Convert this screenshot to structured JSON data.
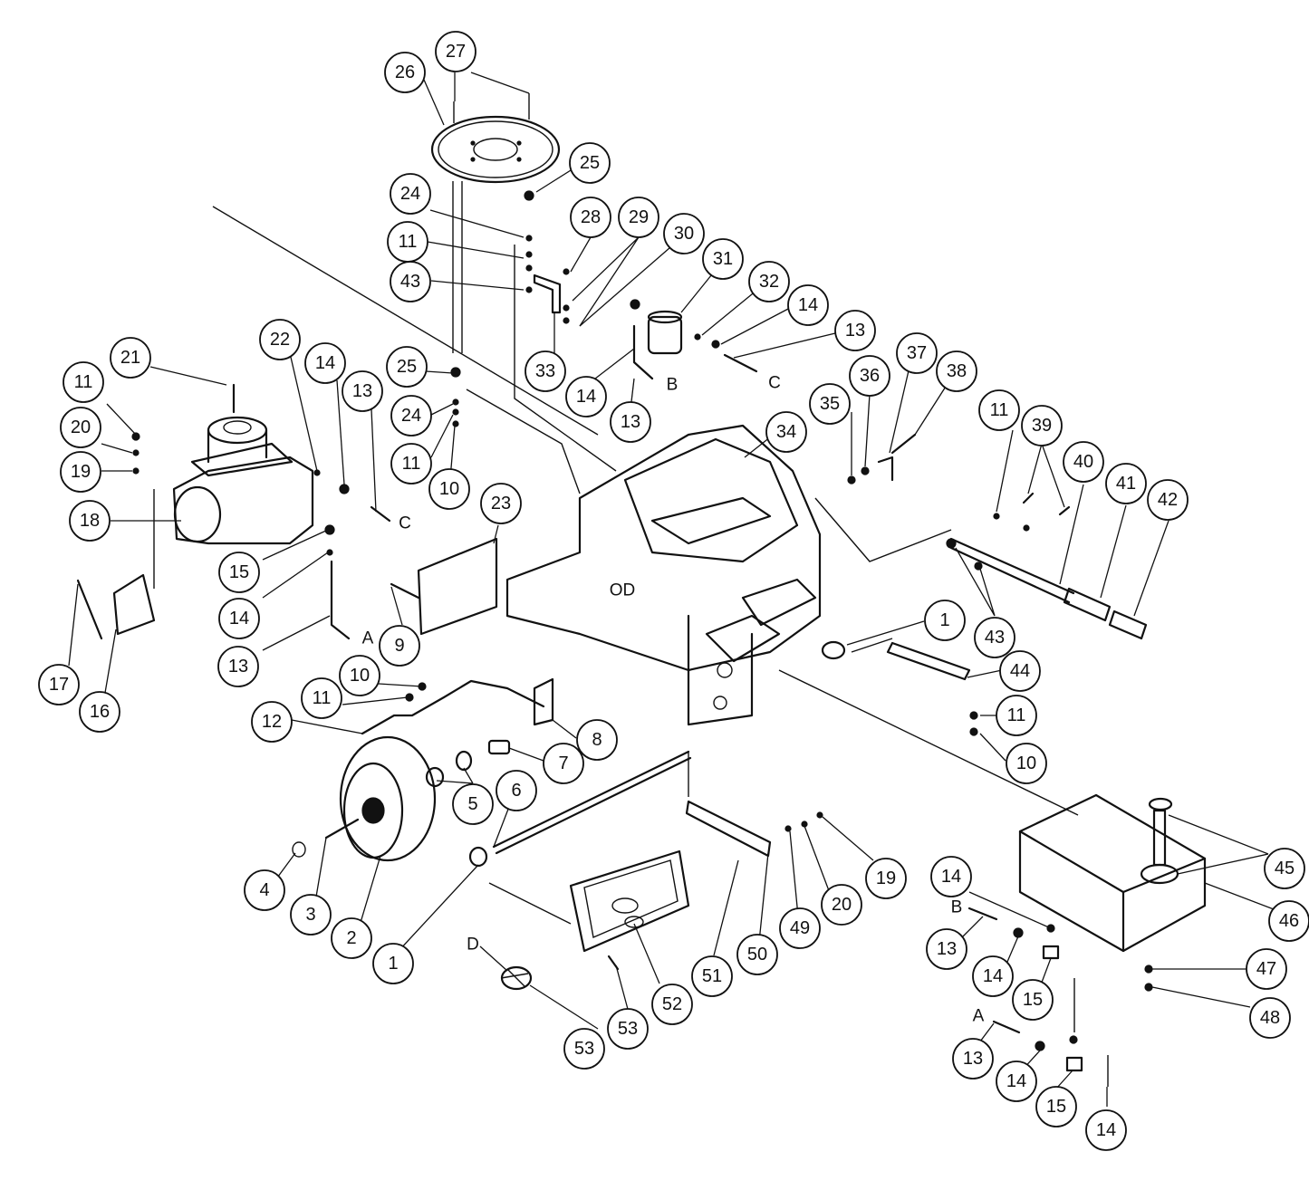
{
  "callouts": [
    {
      "id": "c27",
      "label": "27"
    },
    {
      "id": "c26",
      "label": "26"
    },
    {
      "id": "c25a",
      "label": "25"
    },
    {
      "id": "c24a",
      "label": "24"
    },
    {
      "id": "c11a",
      "label": "11"
    },
    {
      "id": "c43a",
      "label": "43"
    },
    {
      "id": "c28",
      "label": "28"
    },
    {
      "id": "c29",
      "label": "29"
    },
    {
      "id": "c30",
      "label": "30"
    },
    {
      "id": "c31",
      "label": "31"
    },
    {
      "id": "c32",
      "label": "32"
    },
    {
      "id": "c14a",
      "label": "14"
    },
    {
      "id": "c13a",
      "label": "13"
    },
    {
      "id": "c33",
      "label": "33"
    },
    {
      "id": "c14b",
      "label": "14"
    },
    {
      "id": "c13b",
      "label": "13"
    },
    {
      "id": "c21",
      "label": "21"
    },
    {
      "id": "c22",
      "label": "22"
    },
    {
      "id": "c14c",
      "label": "14"
    },
    {
      "id": "c13c",
      "label": "13"
    },
    {
      "id": "c25b",
      "label": "25"
    },
    {
      "id": "c24b",
      "label": "24"
    },
    {
      "id": "c11b",
      "label": "11"
    },
    {
      "id": "c10a",
      "label": "10"
    },
    {
      "id": "c11c",
      "label": "11"
    },
    {
      "id": "c20a",
      "label": "20"
    },
    {
      "id": "c19a",
      "label": "19"
    },
    {
      "id": "c18",
      "label": "18"
    },
    {
      "id": "c15a",
      "label": "15"
    },
    {
      "id": "c14d",
      "label": "14"
    },
    {
      "id": "c13d",
      "label": "13"
    },
    {
      "id": "c17",
      "label": "17"
    },
    {
      "id": "c16",
      "label": "16"
    },
    {
      "id": "c9",
      "label": "9"
    },
    {
      "id": "c23",
      "label": "23"
    },
    {
      "id": "c34",
      "label": "34"
    },
    {
      "id": "c35",
      "label": "35"
    },
    {
      "id": "c36",
      "label": "36"
    },
    {
      "id": "c37",
      "label": "37"
    },
    {
      "id": "c38",
      "label": "38"
    },
    {
      "id": "c11d",
      "label": "11"
    },
    {
      "id": "c39",
      "label": "39"
    },
    {
      "id": "c40",
      "label": "40"
    },
    {
      "id": "c41",
      "label": "41"
    },
    {
      "id": "c42",
      "label": "42"
    },
    {
      "id": "c43b",
      "label": "43"
    },
    {
      "id": "c1a",
      "label": "1"
    },
    {
      "id": "c44",
      "label": "44"
    },
    {
      "id": "c11e",
      "label": "11"
    },
    {
      "id": "c10b",
      "label": "10"
    },
    {
      "id": "c10c",
      "label": "10"
    },
    {
      "id": "c11f",
      "label": "11"
    },
    {
      "id": "c12",
      "label": "12"
    },
    {
      "id": "c8",
      "label": "8"
    },
    {
      "id": "c7",
      "label": "7"
    },
    {
      "id": "c6",
      "label": "6"
    },
    {
      "id": "c5",
      "label": "5"
    },
    {
      "id": "c4",
      "label": "4"
    },
    {
      "id": "c3",
      "label": "3"
    },
    {
      "id": "c2",
      "label": "2"
    },
    {
      "id": "c1b",
      "label": "1"
    },
    {
      "id": "c51",
      "label": "51"
    },
    {
      "id": "c50",
      "label": "50"
    },
    {
      "id": "c49",
      "label": "49"
    },
    {
      "id": "c20b",
      "label": "20"
    },
    {
      "id": "c19b",
      "label": "19"
    },
    {
      "id": "c52",
      "label": "52"
    },
    {
      "id": "c53a",
      "label": "53"
    },
    {
      "id": "c53b",
      "label": "53"
    },
    {
      "id": "c45",
      "label": "45"
    },
    {
      "id": "c46",
      "label": "46"
    },
    {
      "id": "c47",
      "label": "47"
    },
    {
      "id": "c48",
      "label": "48"
    },
    {
      "id": "c14e",
      "label": "14"
    },
    {
      "id": "c13e",
      "label": "13"
    },
    {
      "id": "c14f",
      "label": "14"
    },
    {
      "id": "c15b",
      "label": "15"
    },
    {
      "id": "c13f",
      "label": "13"
    },
    {
      "id": "c14g",
      "label": "14"
    },
    {
      "id": "c15c",
      "label": "15"
    },
    {
      "id": "c14h",
      "label": "14"
    }
  ],
  "hose_tags": {
    "b_top": "B",
    "c_top": "C",
    "c_left": "C",
    "a_left": "A",
    "b_right": "B",
    "a_right": "A",
    "d_body": "OD",
    "d_small": "D"
  }
}
